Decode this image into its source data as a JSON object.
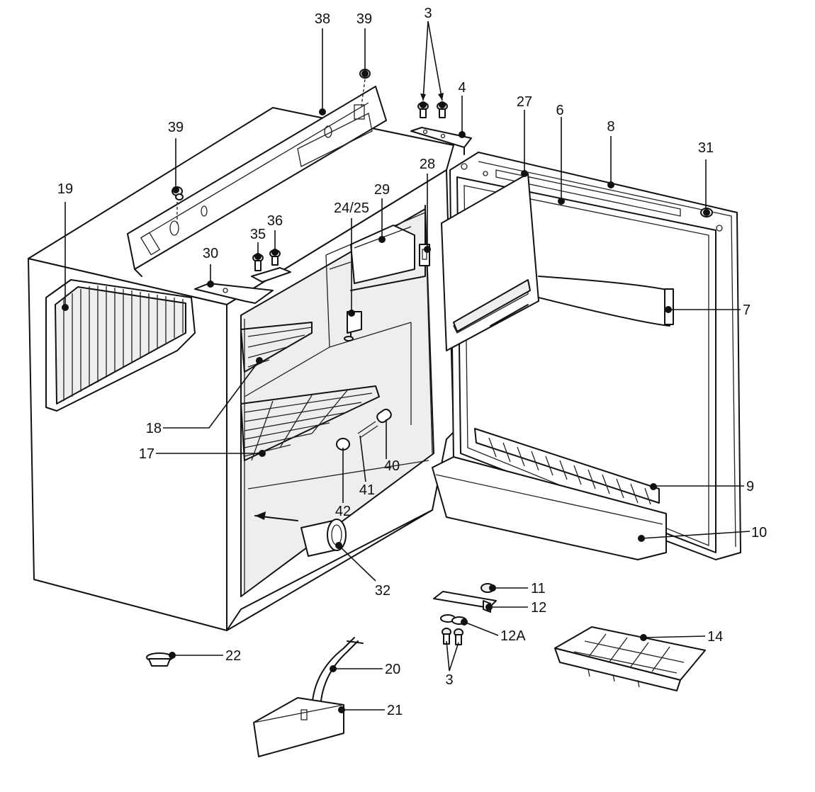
{
  "callouts": [
    {
      "id": "c38",
      "label": "38"
    },
    {
      "id": "c39a",
      "label": "39"
    },
    {
      "id": "c39b",
      "label": "39"
    },
    {
      "id": "c3a",
      "label": "3"
    },
    {
      "id": "c4",
      "label": "4"
    },
    {
      "id": "c27",
      "label": "27"
    },
    {
      "id": "c6",
      "label": "6"
    },
    {
      "id": "c8",
      "label": "8"
    },
    {
      "id": "c31",
      "label": "31"
    },
    {
      "id": "c19",
      "label": "19"
    },
    {
      "id": "c28",
      "label": "28"
    },
    {
      "id": "c29",
      "label": "29"
    },
    {
      "id": "c2425",
      "label": "24/25"
    },
    {
      "id": "c36",
      "label": "36"
    },
    {
      "id": "c35",
      "label": "35"
    },
    {
      "id": "c30",
      "label": "30"
    },
    {
      "id": "c7",
      "label": "7"
    },
    {
      "id": "c18",
      "label": "18"
    },
    {
      "id": "c17",
      "label": "17"
    },
    {
      "id": "c40",
      "label": "40"
    },
    {
      "id": "c41",
      "label": "41"
    },
    {
      "id": "c42",
      "label": "42"
    },
    {
      "id": "c9",
      "label": "9"
    },
    {
      "id": "c10",
      "label": "10"
    },
    {
      "id": "c32",
      "label": "32"
    },
    {
      "id": "c11",
      "label": "11"
    },
    {
      "id": "c12",
      "label": "12"
    },
    {
      "id": "c12a",
      "label": "12A"
    },
    {
      "id": "c14",
      "label": "14"
    },
    {
      "id": "c3b",
      "label": "3"
    },
    {
      "id": "c22",
      "label": "22"
    },
    {
      "id": "c20",
      "label": "20"
    },
    {
      "id": "c21",
      "label": "21"
    }
  ]
}
